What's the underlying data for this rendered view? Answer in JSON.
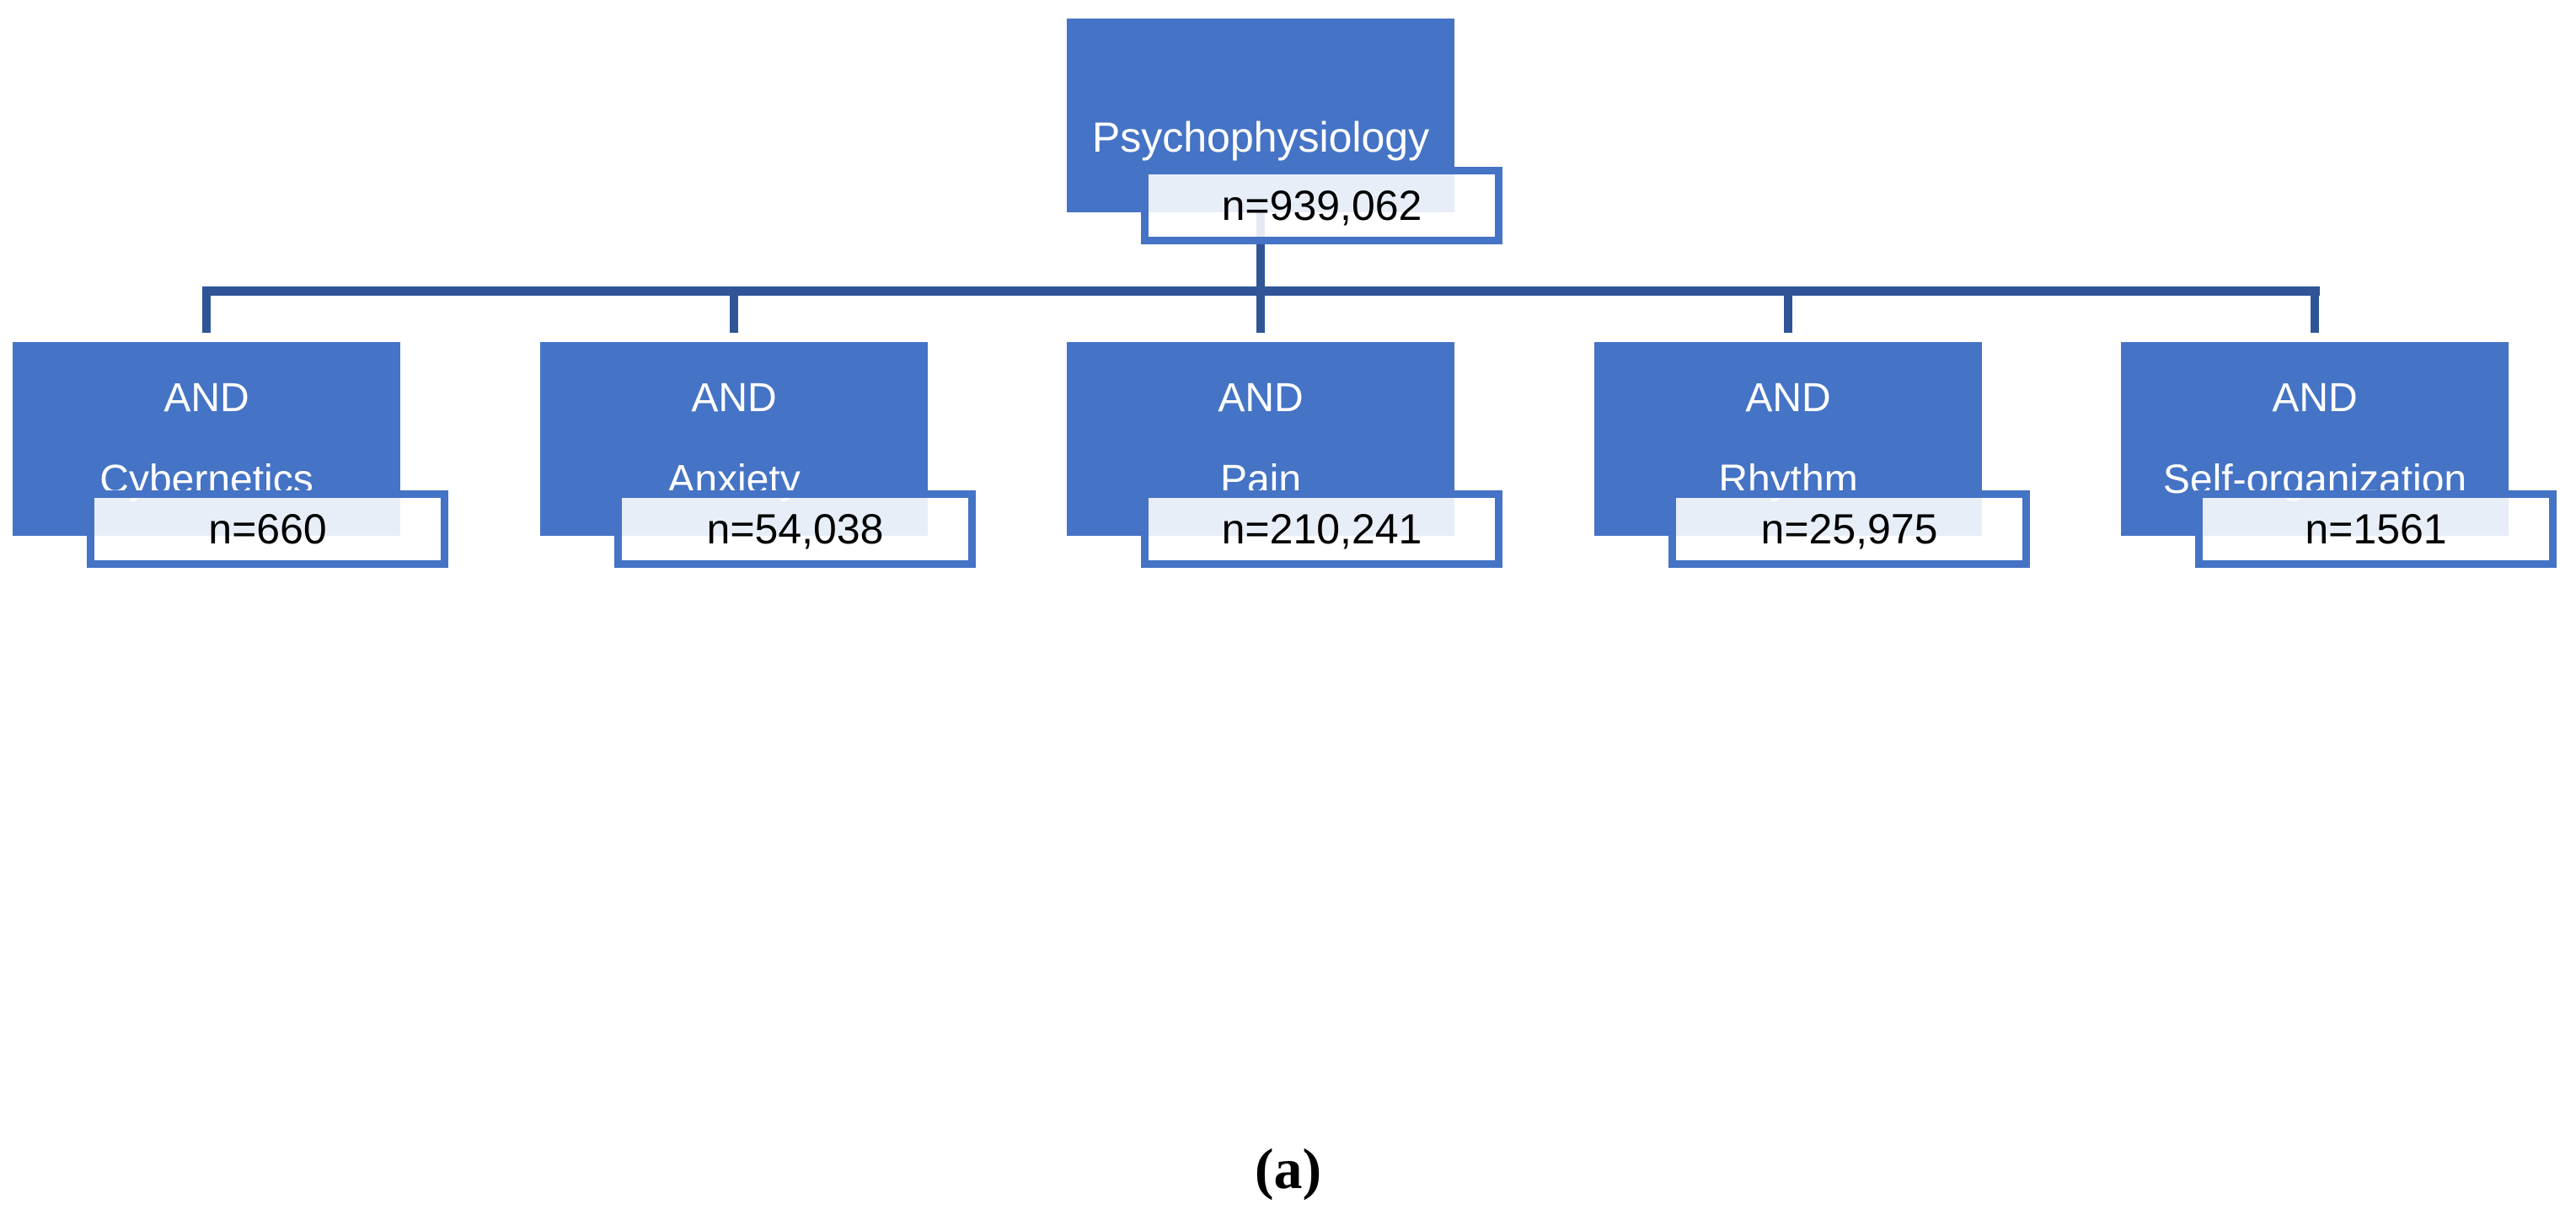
{
  "figure": {
    "caption": "(a)",
    "root": {
      "label": "Psychophysiology",
      "count": "n=939,062"
    },
    "children": [
      {
        "op": "AND",
        "term": "Cybernetics",
        "count": "n=660"
      },
      {
        "op": "AND",
        "term": "Anxiety",
        "count": "n=54,038"
      },
      {
        "op": "AND",
        "term": "Pain",
        "count": "n=210,241"
      },
      {
        "op": "AND",
        "term": "Rhythm",
        "count": "n=25,975"
      },
      {
        "op": "AND",
        "term": "Self-organization",
        "count": "n=1561"
      }
    ]
  },
  "colors": {
    "node_fill": "#4573C5",
    "node_text": "#FFFFFF",
    "connector": "#2F5597",
    "count_fill": "rgba(255,255,255,0.88)",
    "count_border": "#4573C5",
    "count_text": "#000000",
    "caption_text": "#000000"
  }
}
